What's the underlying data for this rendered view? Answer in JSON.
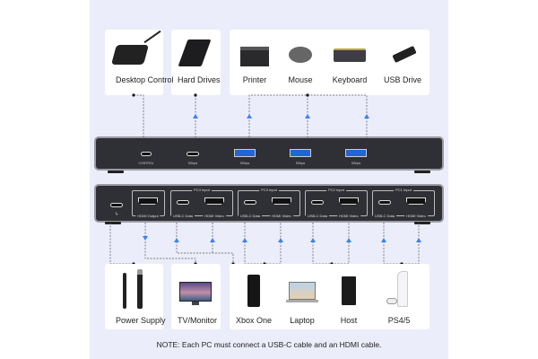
{
  "top_devices": [
    {
      "label": "Desktop Control",
      "icon": "desktop-control-icon"
    },
    {
      "label": "Hard Drives",
      "icon": "hard-drive-icon"
    },
    {
      "label": "Printer",
      "icon": "printer-icon"
    },
    {
      "label": "Mouse",
      "icon": "mouse-icon"
    },
    {
      "label": "Keyboard",
      "icon": "keyboard-icon"
    },
    {
      "label": "USB Drive",
      "icon": "usb-drive-icon"
    }
  ],
  "top_panel": {
    "ports": [
      "CONTROL",
      "5Gbps",
      "5Gbps",
      "5Gbps",
      "5Gbps"
    ]
  },
  "bottom_panel": {
    "power_symbol": "ϟ",
    "hdmi_output": "HDMI Output",
    "inputs": [
      {
        "title": "PC4 Input",
        "usb": "USB-C Data",
        "hdmi": "HDMI Video"
      },
      {
        "title": "PC3 Input",
        "usb": "USB-C Data",
        "hdmi": "HDMI Video"
      },
      {
        "title": "PC2 Input",
        "usb": "USB-C Data",
        "hdmi": "HDMI Video"
      },
      {
        "title": "PC1 Input",
        "usb": "USB-C Data",
        "hdmi": "HDMI Video"
      }
    ]
  },
  "bottom_devices": [
    {
      "label": "Power Supply",
      "icon": "usb-cable-icon"
    },
    {
      "label": "TV/Monitor",
      "icon": "monitor-icon"
    },
    {
      "label": "Xbox One",
      "icon": "xbox-icon"
    },
    {
      "label": "Laptop",
      "icon": "laptop-icon"
    },
    {
      "label": "Host",
      "icon": "pc-tower-icon"
    },
    {
      "label": "PS4/5",
      "icon": "playstation-icon"
    }
  ],
  "note": "NOTE: Each PC must connect a USB-C cable and an HDMI cable.",
  "colors": {
    "arrow": "#3b82f6",
    "line": "#555",
    "device": "#2f3035",
    "bg": "#ecedfa"
  }
}
